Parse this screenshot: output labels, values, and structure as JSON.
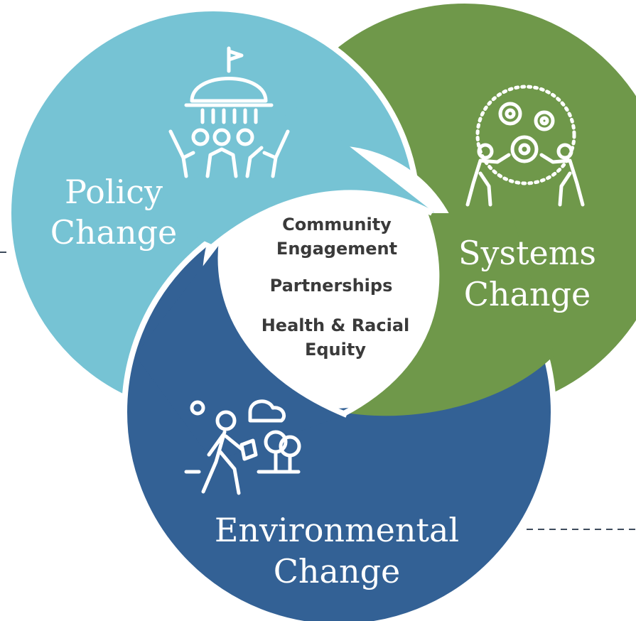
{
  "colors": {
    "policy": "#76c3d4",
    "systems": "#6f984a",
    "environmental": "#336195",
    "center": "#ffffff",
    "center_text": "#3a3a3a",
    "dashes": "#3d4b5c"
  },
  "circles": {
    "policy": {
      "line1": "Policy",
      "line2": "Change",
      "icon": "capitol-community-icon"
    },
    "systems": {
      "line1": "Systems",
      "line2": "Change",
      "icon": "people-gears-icon"
    },
    "environmental": {
      "line1": "Environmental",
      "line2": "Change",
      "icon": "person-walking-nature-icon"
    }
  },
  "center": {
    "item1_line1": "Community",
    "item1_line2": "Engagement",
    "item2": "Partnerships",
    "item3_line1": "Health & Racial",
    "item3_line2": "Equity"
  }
}
